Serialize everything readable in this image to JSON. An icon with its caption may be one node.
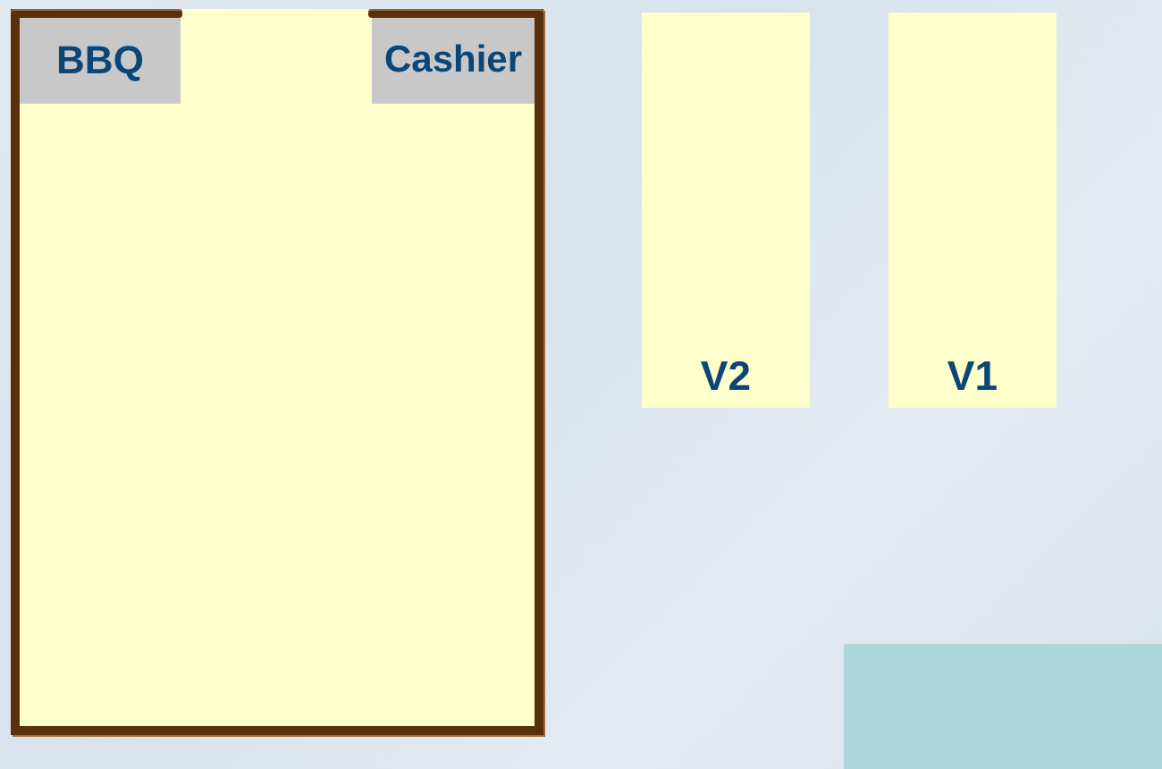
{
  "diagram": {
    "nodes": [
      {
        "text": [],
        "shape": "box"
      },
      {
        "text": [
          "BBQ"
        ],
        "in": 0
      },
      {
        "text": [
          "Cashier"
        ],
        "in": 0
      },
      {
        "text": [
          "V2"
        ]
      },
      {
        "text": [
          "V1"
        ]
      },
      {
        "text": [],
        "shape": "box"
      }
    ]
  }
}
